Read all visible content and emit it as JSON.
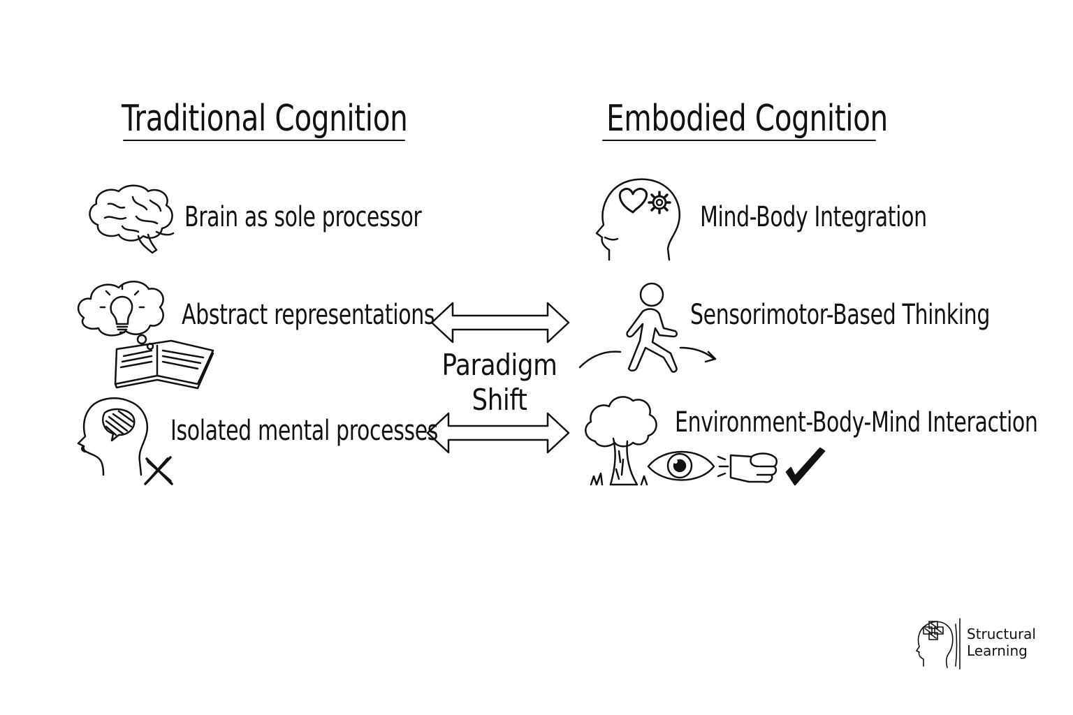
{
  "traditional": {
    "heading": "Traditional Cognition",
    "items": [
      {
        "label": "Brain as sole processor",
        "icon": "brain-icon"
      },
      {
        "label": "Abstract representations",
        "icon": "thought-bubble-lightbulb-book-icon"
      },
      {
        "label": "Isolated mental processes",
        "icon": "head-cross-icon"
      }
    ]
  },
  "embodied": {
    "heading": "Embodied Cognition",
    "items": [
      {
        "label": "Mind-Body Integration",
        "icon": "head-heart-gear-icon"
      },
      {
        "label": "Sensorimotor-Based Thinking",
        "icon": "walking-person-icon"
      },
      {
        "label": "Environment-Body-Mind Interaction",
        "icon": "tree-eye-hand-check-icon"
      }
    ]
  },
  "center": {
    "line1": "Paradigm",
    "line2": "Shift"
  },
  "logo": {
    "line1": "Structural",
    "line2": "Learning"
  },
  "colors": {
    "ink": "#111111",
    "background": "#ffffff"
  }
}
